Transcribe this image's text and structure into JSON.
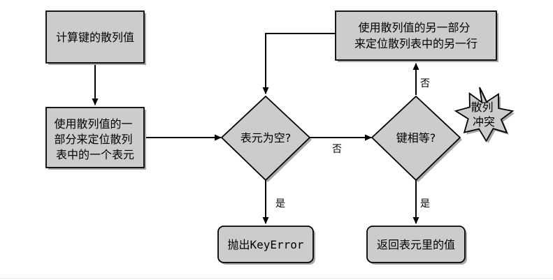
{
  "flowchart": {
    "nodes": {
      "compute_hash": {
        "lines": [
          "计算键的散列值"
        ]
      },
      "locate_item": {
        "lines": [
          "使用散列值的一",
          "部分来定位散列",
          "表中的一个表元"
        ]
      },
      "bucket_empty": {
        "lines": [
          "表元为空?"
        ]
      },
      "keys_equal": {
        "lines": [
          "键相等?"
        ]
      },
      "raise_error": {
        "lines": [
          "抛出KeyError"
        ]
      },
      "return_value": {
        "lines": [
          "返回表元里的值"
        ]
      },
      "locate_next": {
        "lines": [
          "使用散列值的另一部分",
          "来定位散列表中的另一行"
        ]
      },
      "collision": {
        "lines": [
          "散列",
          "冲突"
        ]
      }
    },
    "edge_labels": {
      "empty_yes": "是",
      "empty_no": "否",
      "equal_yes": "是",
      "equal_no": "否"
    },
    "colors": {
      "box_fill": "#cccccc",
      "stroke": "#000000",
      "shadow": "#a8a8a8",
      "background": "#ffffff"
    }
  }
}
